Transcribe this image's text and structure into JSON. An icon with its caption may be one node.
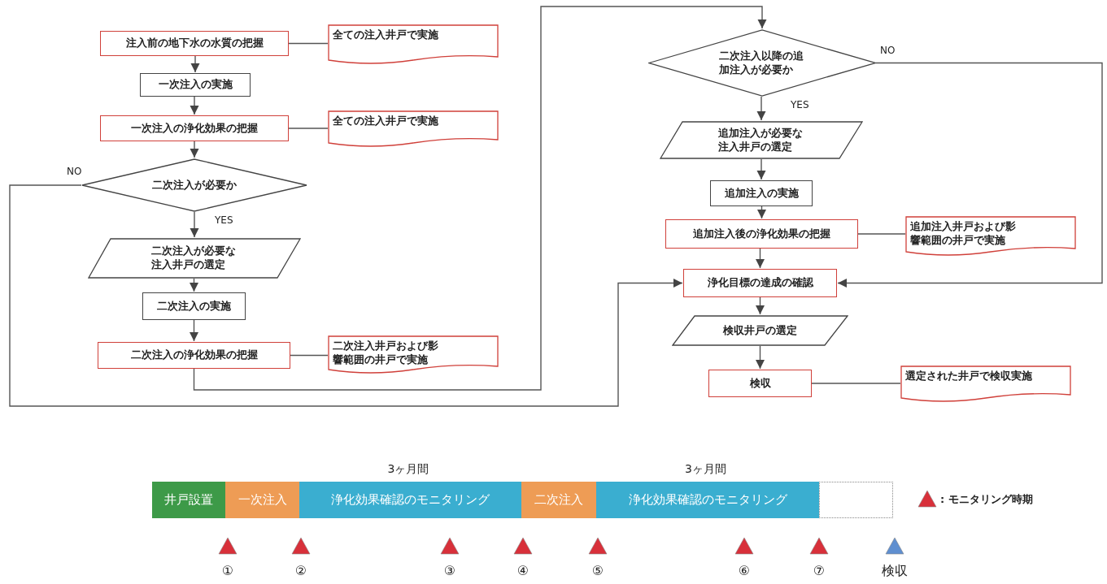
{
  "diagram": {
    "nodes": [
      {
        "text": [
          "注入前の地下水の水質の把握"
        ]
      },
      {
        "text": [
          "全ての注入井戸で実施"
        ]
      },
      {
        "text": [
          "一次注入の実施"
        ]
      },
      {
        "text": [
          "一次注入の浄化効果の把握"
        ]
      },
      {
        "text": [
          "全ての注入井戸で実施"
        ]
      },
      {
        "text": [
          "二次注入が必要か"
        ]
      },
      {
        "text": [
          "二次注入が必要な注入井戸の選定"
        ]
      },
      {
        "text": [
          "二次注入の実施"
        ]
      },
      {
        "text": [
          "二次注入の浄化効果の把握"
        ]
      },
      {
        "text": [
          "二次注入井戸および影響範囲の井戸で実施"
        ]
      },
      {
        "text": [
          "二次注入以降の追加注入が必要か"
        ]
      },
      {
        "text": [
          "追加注入が必要な注入井戸の選定"
        ]
      },
      {
        "text": [
          "追加注入の実施"
        ]
      },
      {
        "text": [
          "追加注入後の浄化効果の把握"
        ]
      },
      {
        "text": [
          "追加注入井戸および影響範囲の井戸で実施"
        ]
      },
      {
        "text": [
          "浄化目標の達成の確認"
        ]
      },
      {
        "text": [
          "検収井戸の選定"
        ]
      },
      {
        "text": [
          "検収"
        ]
      },
      {
        "text": [
          "選定された井戸で検収実施"
        ]
      },
      {
        "text": [
          "井戸設置"
        ]
      },
      {
        "text": [
          "一次注入"
        ]
      },
      {
        "text": [
          "浄化効果確認のモニタリング"
        ],
        "beside": [
          "3ヶ月間"
        ]
      },
      {
        "text": [
          "二次注入"
        ]
      },
      {
        "text": [
          "浄化効果確認のモニタリング"
        ],
        "beside": [
          "3ヶ月間"
        ]
      },
      {
        "text": [],
        "shape": "box"
      }
    ],
    "edges": [
      {
        "from": 0,
        "to": 2,
        "arrow": "to"
      },
      {
        "from": 2,
        "to": 3,
        "arrow": "to"
      },
      {
        "from": 3,
        "to": 5,
        "arrow": "to"
      },
      {
        "from": 5,
        "to": 6,
        "arrow": "to",
        "label": "YES"
      },
      {
        "from": 6,
        "to": 7,
        "arrow": "to"
      },
      {
        "from": 7,
        "to": 8,
        "arrow": "to"
      },
      {
        "from": 5,
        "to": 15,
        "arrow": "to",
        "label": "NO"
      },
      {
        "from": 8,
        "to": 10,
        "arrow": "to"
      },
      {
        "from": 10,
        "to": 11,
        "arrow": "to",
        "label": "YES"
      },
      {
        "from": 11,
        "to": 12,
        "arrow": "to"
      },
      {
        "from": 12,
        "to": 13,
        "arrow": "to"
      },
      {
        "from": 13,
        "to": 15,
        "arrow": "to"
      },
      {
        "from": 10,
        "to": 15,
        "arrow": "to",
        "label": "NO"
      },
      {
        "from": 15,
        "to": 16,
        "arrow": "to"
      },
      {
        "from": 16,
        "to": 17,
        "arrow": "to"
      },
      {
        "from": 0,
        "to": 1,
        "arrow": "none"
      },
      {
        "from": 3,
        "to": 4,
        "arrow": "none"
      },
      {
        "from": 8,
        "to": 9,
        "arrow": "none"
      },
      {
        "from": 13,
        "to": 14,
        "arrow": "none"
      },
      {
        "from": 17,
        "to": 18,
        "arrow": "none"
      }
    ],
    "labels": [
      "①",
      "②",
      "③",
      "④",
      "⑤",
      "⑥",
      "⑦",
      "検収"
    ],
    "legend": [
      {
        "text": ": モニタリング時期"
      }
    ]
  }
}
